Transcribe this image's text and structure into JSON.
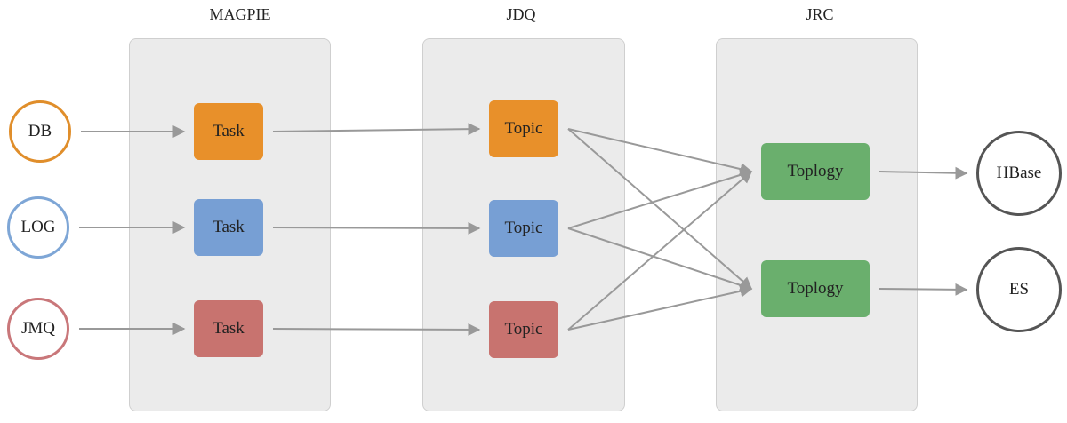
{
  "columns": {
    "magpie": {
      "title": "MAGPIE"
    },
    "jdq": {
      "title": "JDQ"
    },
    "jrc": {
      "title": "JRC"
    }
  },
  "sources": [
    {
      "label": "DB",
      "color": "#e08e2b"
    },
    {
      "label": "LOG",
      "color": "#7ea6d6"
    },
    {
      "label": "JMQ",
      "color": "#c9777a"
    }
  ],
  "tasks": [
    {
      "label": "Task",
      "color": "#e8902a"
    },
    {
      "label": "Task",
      "color": "#779fd4"
    },
    {
      "label": "Task",
      "color": "#c8736f"
    }
  ],
  "topics": [
    {
      "label": "Topic",
      "color": "#e8902a"
    },
    {
      "label": "Topic",
      "color": "#779fd4"
    },
    {
      "label": "Topic",
      "color": "#c8736f"
    }
  ],
  "topologies": [
    {
      "label": "Toplogy",
      "color": "#6aaf6d"
    },
    {
      "label": "Toplogy",
      "color": "#6aaf6d"
    }
  ],
  "sinks": [
    {
      "label": "HBase",
      "color": "#555555"
    },
    {
      "label": "ES",
      "color": "#555555"
    }
  ],
  "connections": [
    {
      "from": "source-0",
      "to": "task-0"
    },
    {
      "from": "source-1",
      "to": "task-1"
    },
    {
      "from": "source-2",
      "to": "task-2"
    },
    {
      "from": "task-0",
      "to": "topic-0"
    },
    {
      "from": "task-1",
      "to": "topic-1"
    },
    {
      "from": "task-2",
      "to": "topic-2"
    },
    {
      "from": "topic-0",
      "to": "topology-0"
    },
    {
      "from": "topic-0",
      "to": "topology-1"
    },
    {
      "from": "topic-1",
      "to": "topology-0"
    },
    {
      "from": "topic-1",
      "to": "topology-1"
    },
    {
      "from": "topic-2",
      "to": "topology-0"
    },
    {
      "from": "topic-2",
      "to": "topology-1"
    },
    {
      "from": "topology-0",
      "to": "sink-0"
    },
    {
      "from": "topology-1",
      "to": "sink-1"
    }
  ],
  "arrow_color": "#999999"
}
